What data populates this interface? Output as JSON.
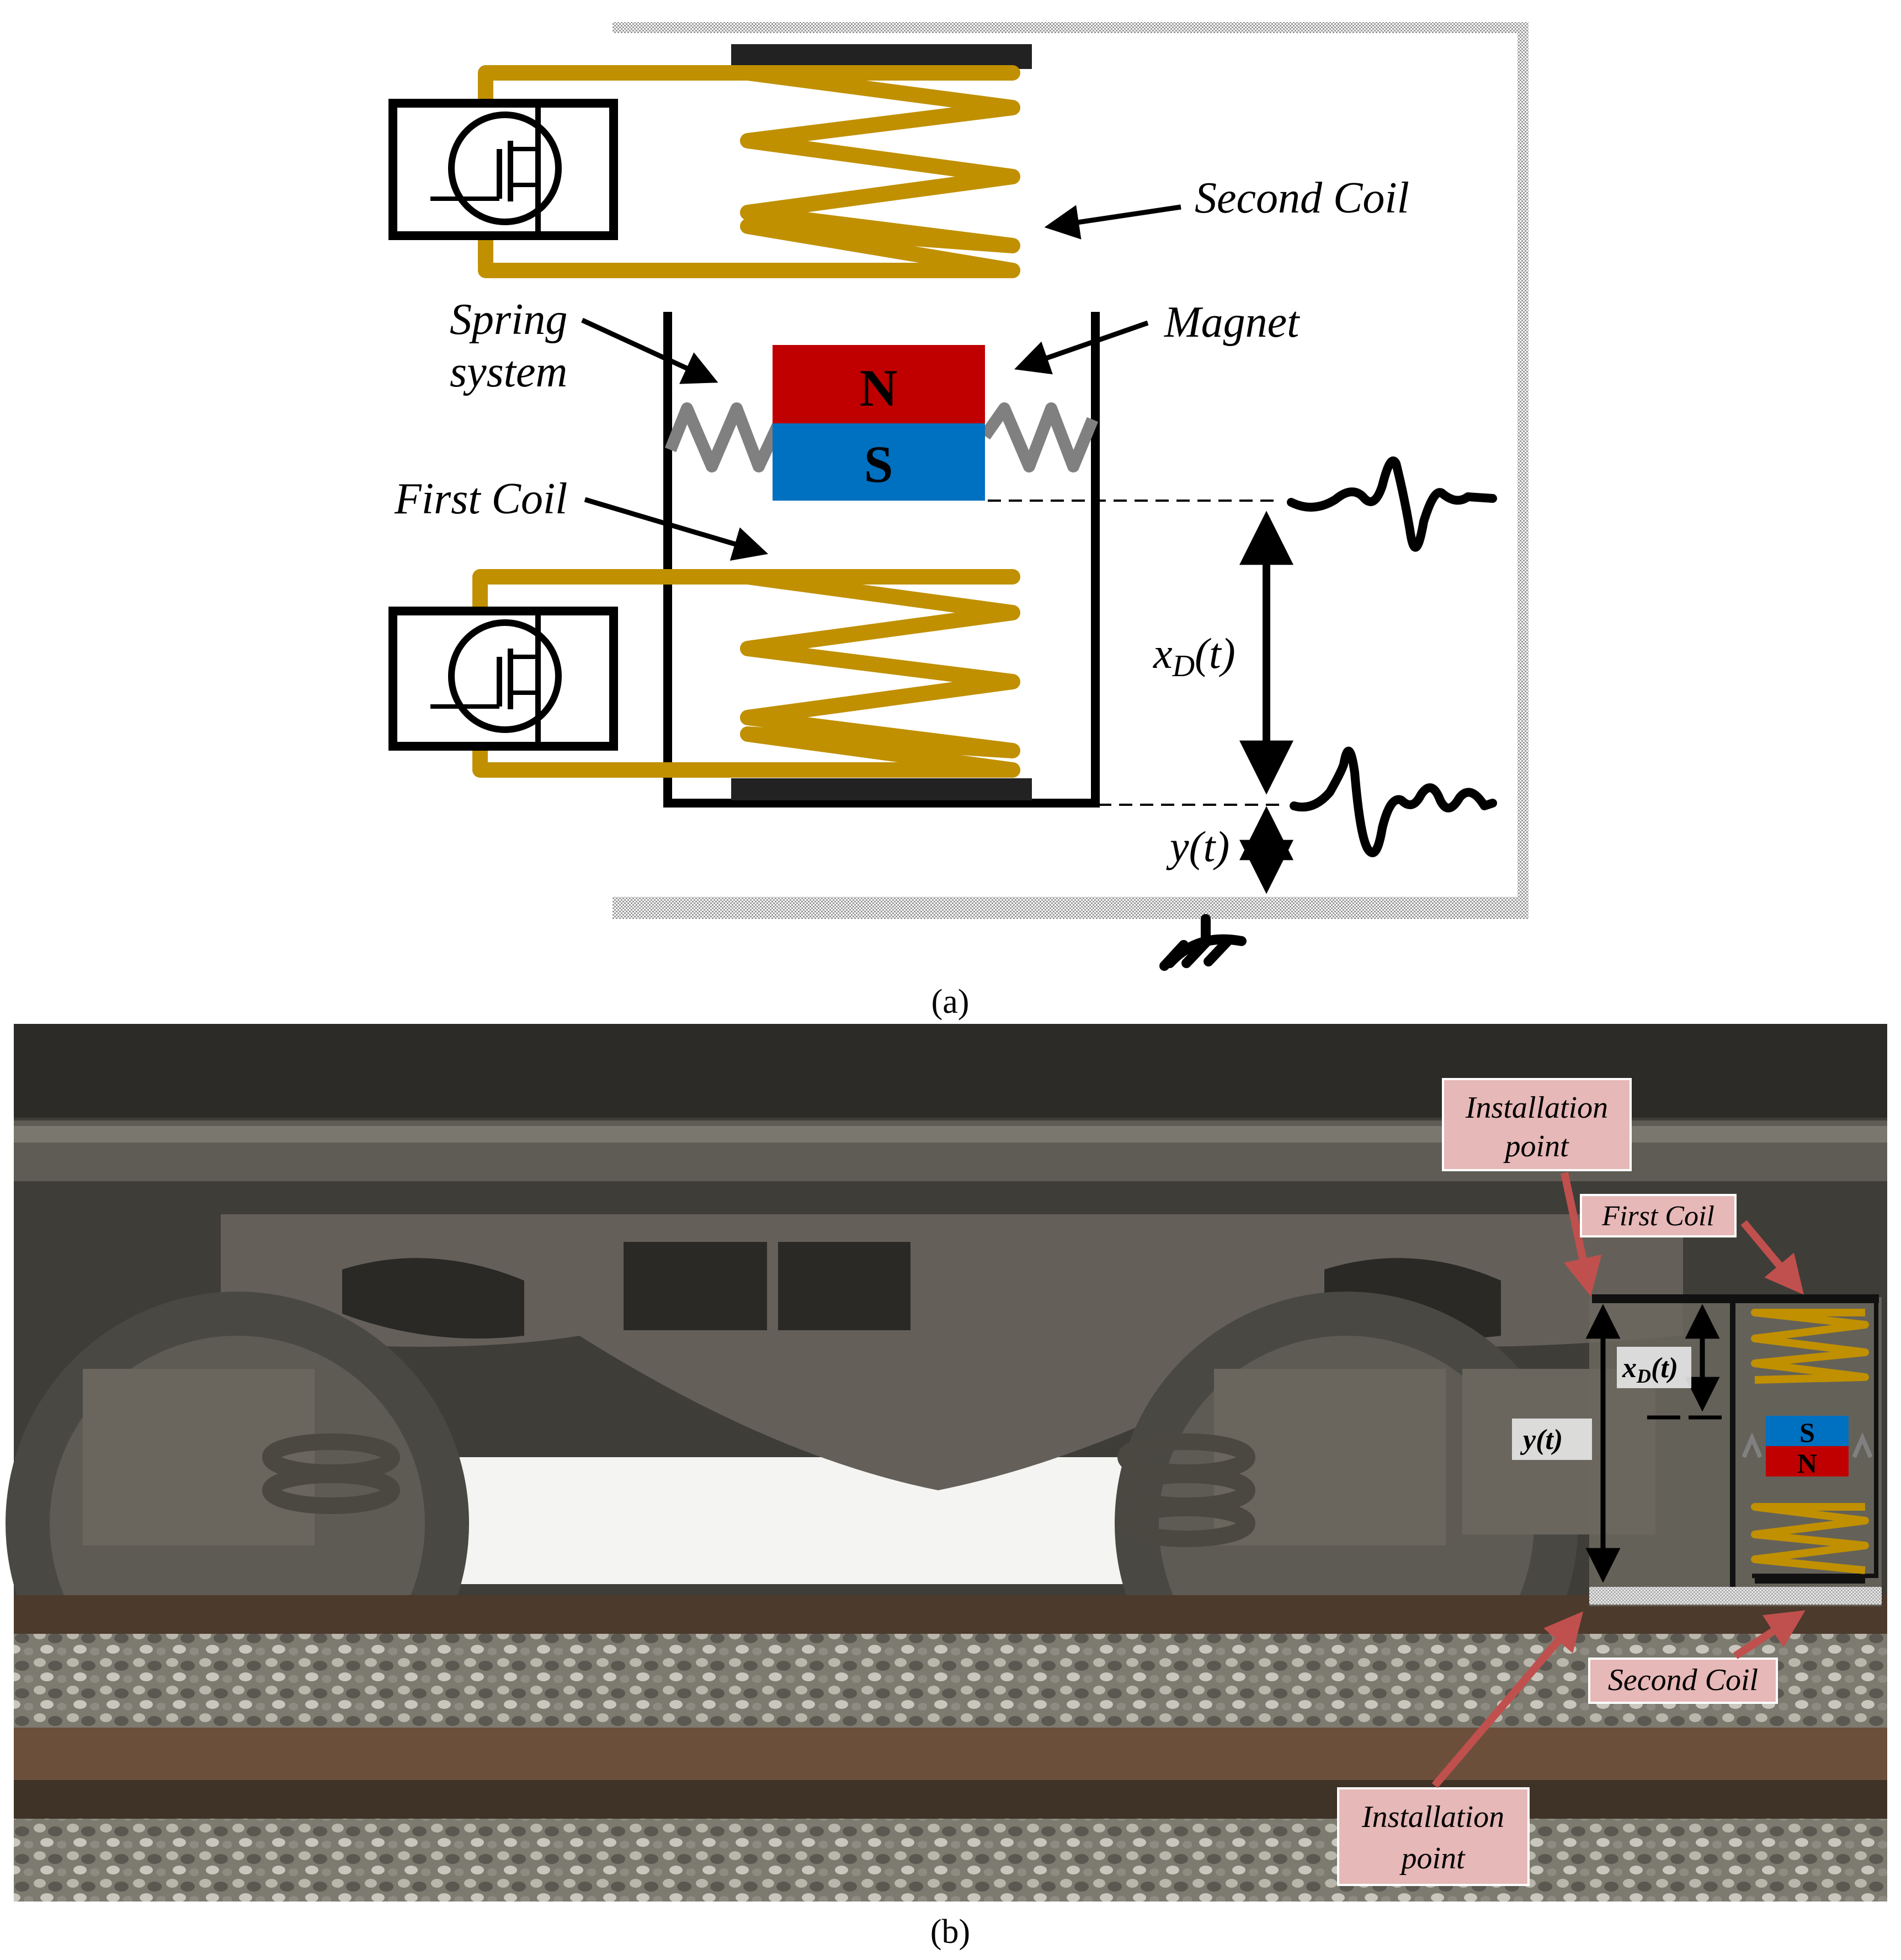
{
  "panel_a": {
    "caption": "(a)",
    "labels": {
      "second_coil": "Second Coil",
      "spring_system_line1": "Spring",
      "spring_system_line2": "system",
      "magnet": "Magnet",
      "first_coil": "First Coil",
      "xd_main": "x",
      "xd_sub": "D",
      "xd_tail": "(t)",
      "y": "y(t)"
    },
    "magnet_poles": {
      "north": "N",
      "south": "S"
    }
  },
  "panel_b": {
    "caption": "(b)",
    "callouts": {
      "installation_top_line1": "Installation",
      "installation_top_line2": "point",
      "first_coil": "First Coil",
      "second_coil": "Second Coil",
      "installation_bottom_line1": "Installation",
      "installation_bottom_line2": "point",
      "xd_main": "x",
      "xd_sub": "D",
      "xd_tail": "(t)",
      "y": "y(t)"
    },
    "magnet_poles": {
      "south": "S",
      "north": "N"
    }
  },
  "colors": {
    "coil": "#C09000",
    "magnet_north": "#C00000",
    "magnet_south": "#0070C0",
    "spring": "#808080",
    "callout_fill": "#E6B8B7",
    "callout_arrow": "#C0504D",
    "housing_stipple": "#b0b0b0"
  }
}
